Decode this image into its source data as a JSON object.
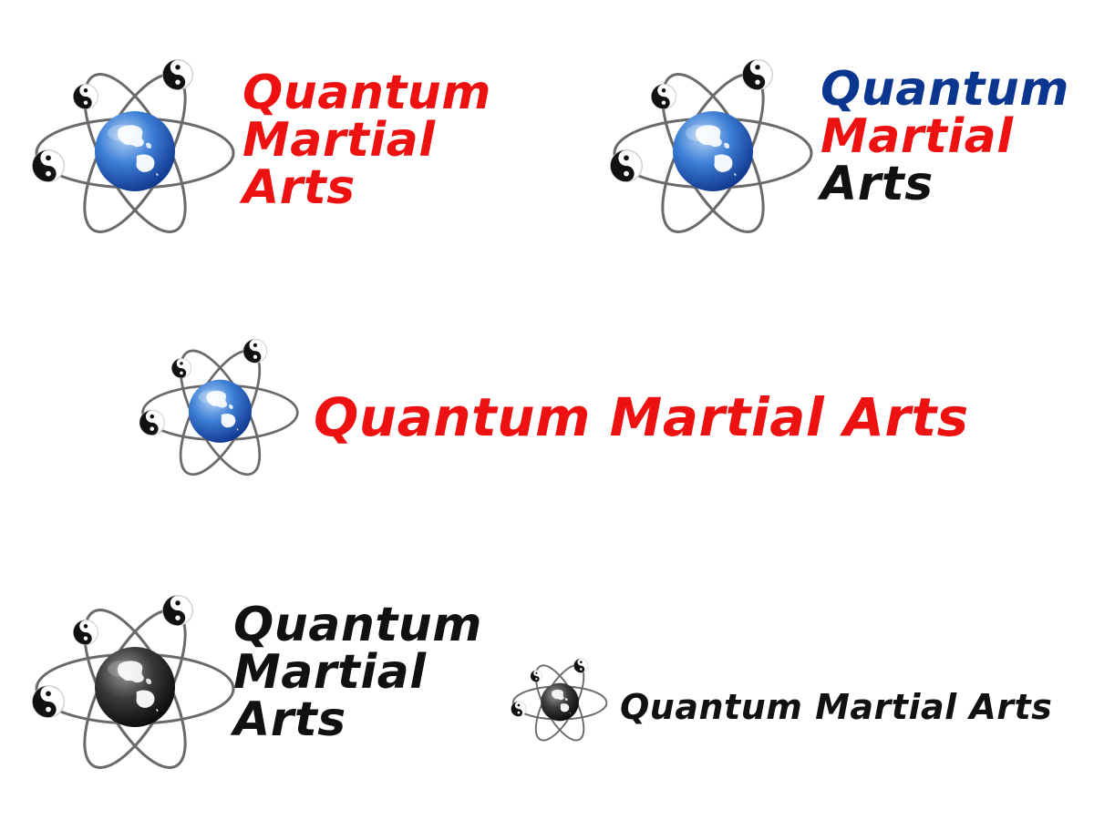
{
  "colors": {
    "red": "#ee1111",
    "blue": "#0a3690",
    "black": "#111111",
    "orbit": "#6a6a6a",
    "globe_blue_light": "#9ec4f2",
    "globe_blue_dark": "#0e3d9c",
    "globe_mono_light": "#8a8a8a",
    "globe_mono_dark": "#0a0a0a"
  },
  "logos": [
    {
      "variant": "stacked-red",
      "lines": [
        "Quantum",
        "Martial",
        "Arts"
      ],
      "line_colors": [
        "red",
        "red",
        "red"
      ],
      "globe": "blue"
    },
    {
      "variant": "stacked-blue-red-black",
      "lines": [
        "Quantum",
        "Martial",
        "Arts"
      ],
      "line_colors": [
        "blue",
        "red",
        "black"
      ],
      "globe": "blue"
    },
    {
      "variant": "horizontal-red",
      "text": "Quantum Martial Arts",
      "color": "red",
      "globe": "blue"
    },
    {
      "variant": "stacked-black",
      "lines": [
        "Quantum",
        "Martial",
        "Arts"
      ],
      "line_colors": [
        "black",
        "black",
        "black"
      ],
      "globe": "mono"
    },
    {
      "variant": "horizontal-black-small",
      "text": "Quantum Martial Arts",
      "color": "black",
      "globe": "mono"
    }
  ],
  "icons": [
    "atom-orbit-icon",
    "globe-icon",
    "yin-yang-icon"
  ]
}
